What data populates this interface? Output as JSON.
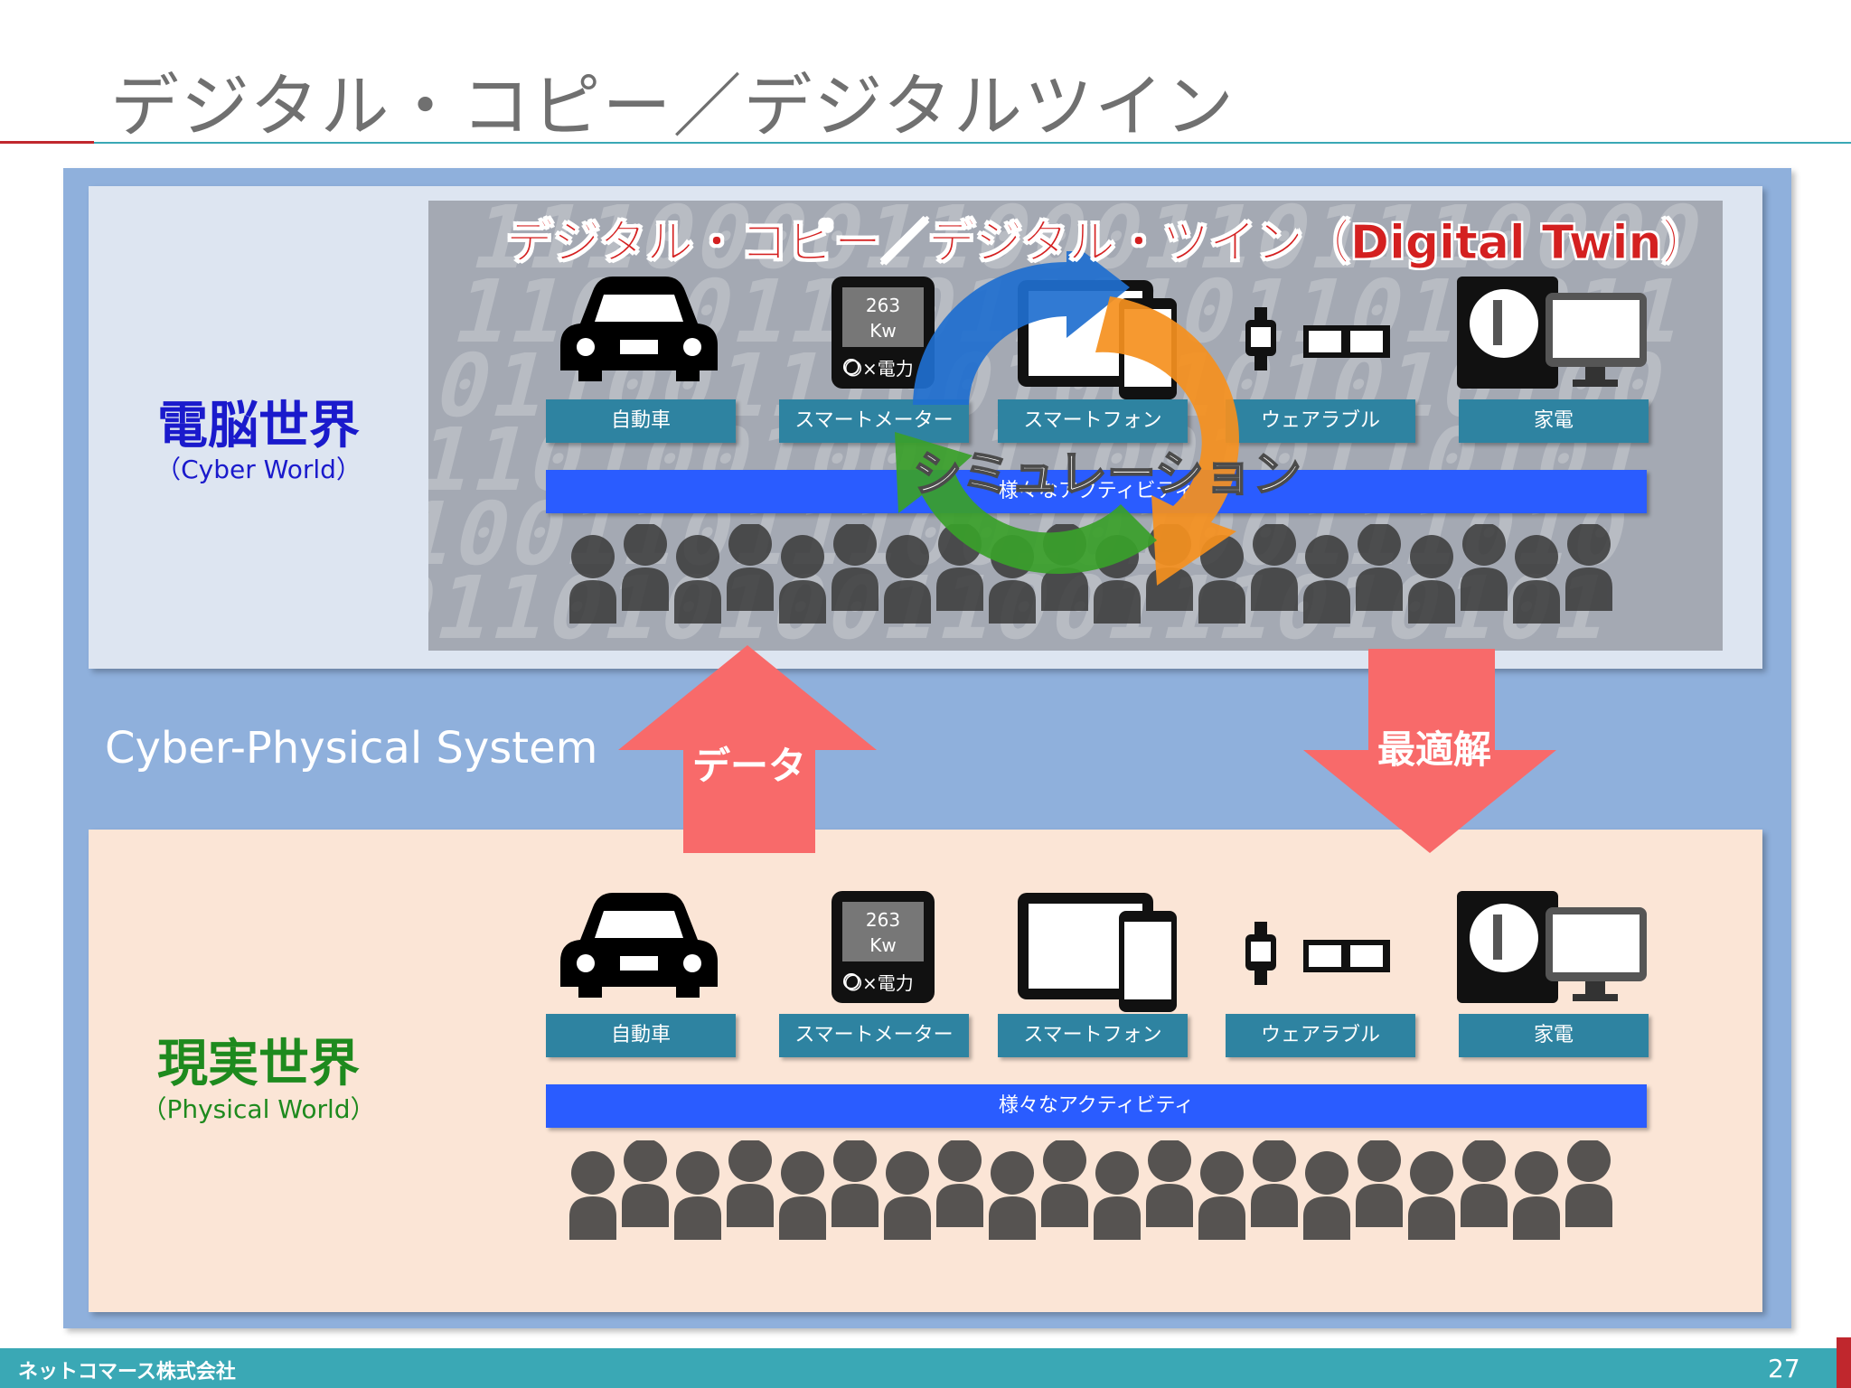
{
  "slide": {
    "title": "デジタル・コピー／デジタルツイン",
    "page_number": "27",
    "company": "ネットコマース株式会社"
  },
  "colors": {
    "accent_red": "#c0272d",
    "accent_teal": "#3aa8b5",
    "frame_blue": "#8fb0dc",
    "cyber_panel": "#dde5f1",
    "physical_panel": "#fbe5d6",
    "label_teal": "#2e83a1",
    "activity_blue": "#2a5cff",
    "arrow_salmon": "#f86a6a",
    "cyber_title": "#1a1acc",
    "physical_title": "#1e8a1e"
  },
  "cps": {
    "label": "Cyber-Physical System"
  },
  "cyber": {
    "title": "電脳世界",
    "subtitle": "（Cyber World）",
    "heading": "デジタル・コピー／デジタル・ツイン（Digital Twin）",
    "simulation": "シミュレーション",
    "devices": [
      {
        "label": "自動車",
        "icon": "car-icon"
      },
      {
        "label": "スマートメーター",
        "icon": "smart-meter-icon"
      },
      {
        "label": "スマートフォン",
        "icon": "smartphone-tablet-icon"
      },
      {
        "label": "ウェアラブル",
        "icon": "wearable-icon"
      },
      {
        "label": "家電",
        "icon": "appliance-icon"
      }
    ],
    "activity": "様々なアクティビティ",
    "meter": {
      "value": "263",
      "unit": "Kw",
      "caption": "〇×電力"
    }
  },
  "physical": {
    "title": "現実世界",
    "subtitle": "（Physical World）",
    "devices": [
      {
        "label": "自動車",
        "icon": "car-icon"
      },
      {
        "label": "スマートメーター",
        "icon": "smart-meter-icon"
      },
      {
        "label": "スマートフォン",
        "icon": "smartphone-tablet-icon"
      },
      {
        "label": "ウェアラブル",
        "icon": "wearable-icon"
      },
      {
        "label": "家電",
        "icon": "appliance-icon"
      }
    ],
    "activity": "様々なアクティビティ",
    "meter": {
      "value": "263",
      "unit": "Kw",
      "caption": "〇×電力"
    }
  },
  "flows": {
    "up_label": "データ",
    "down_label": "最適解"
  },
  "icons": {
    "cycle": "cycle-arrows-icon",
    "people": "people-crowd-icon"
  }
}
